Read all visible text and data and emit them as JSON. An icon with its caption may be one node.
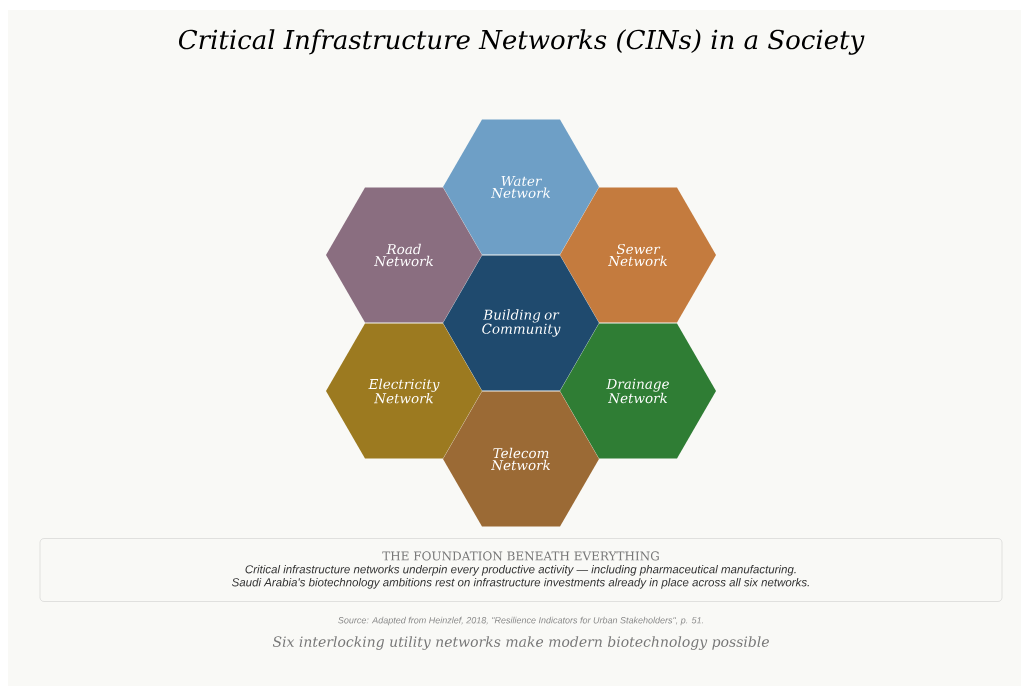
{
  "diagram": {
    "title": "Critical Infrastructure Networks (CINs) in a Society",
    "caption": "Six interlocking utility networks make modern biotechnology possible",
    "nodes": [
      {
        "text": [
          "Water Network"
        ]
      },
      {
        "text": [
          "Road Network"
        ]
      },
      {
        "text": [
          "Sewer Network"
        ]
      },
      {
        "text": [
          "Building or Community"
        ]
      },
      {
        "text": [
          "Electricity Network"
        ]
      },
      {
        "text": [
          "Drainage Network"
        ]
      },
      {
        "text": [
          "Telecom Network"
        ]
      },
      {
        "text": [
          "THE FOUNDATION BENEATH EVERYTHING",
          "Critical infrastructure networks underpin every productive activity — including pharmaceutical manufacturing.",
          "Saudi Arabia's biotechnology ambitions rest on infrastructure investments already in place across all six networks."
        ]
      }
    ],
    "labels": [
      "Source: Adapted from Heinzlef, 2018, \"Resilience Indicators for Urban Stakeholders\", p. 51."
    ]
  }
}
